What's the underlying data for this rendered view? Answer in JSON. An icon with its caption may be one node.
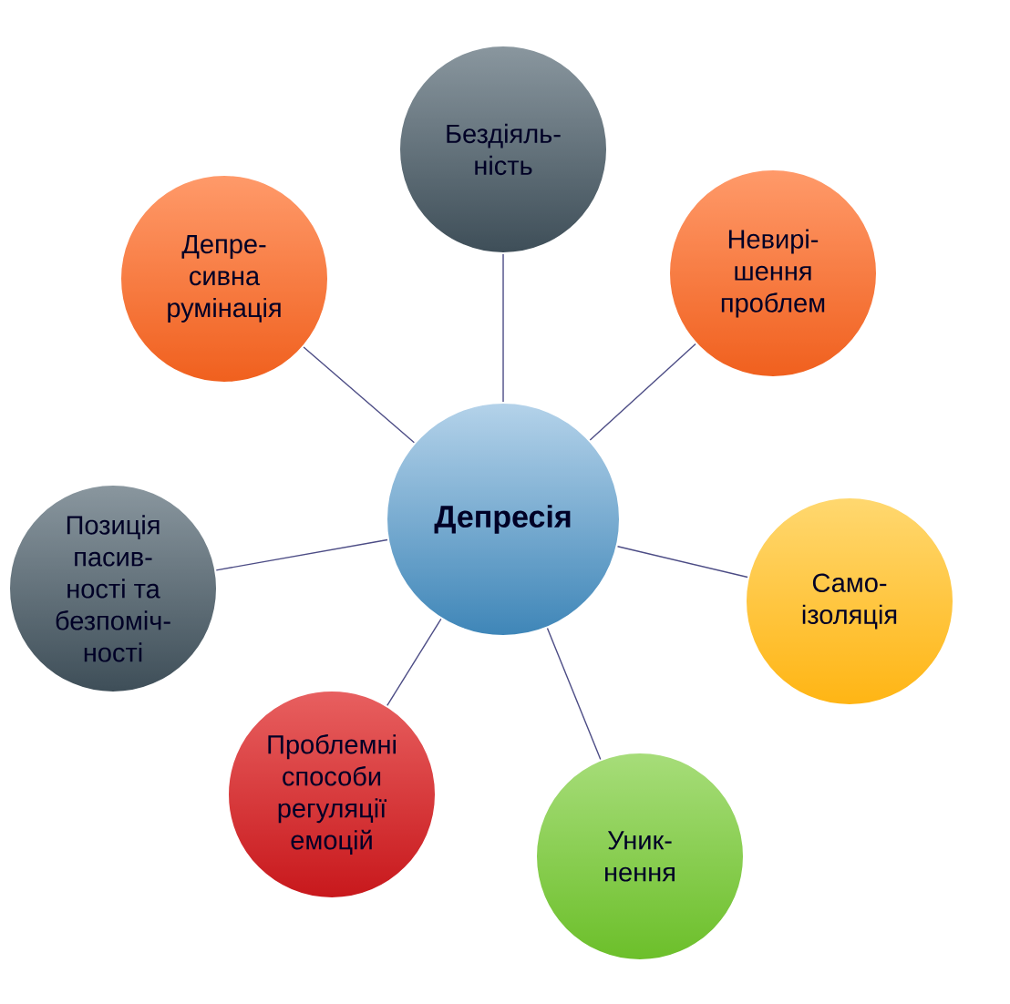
{
  "diagram": {
    "nodes": [
      {
        "text": [
          "Депресія"
        ]
      },
      {
        "text": [
          "Бездіяль- ність"
        ]
      },
      {
        "text": [
          "Невирі- шення проблем"
        ]
      },
      {
        "text": [
          "Само- ізоляція"
        ]
      },
      {
        "text": [
          "Уник- нення"
        ]
      },
      {
        "text": [
          "Проблемні способи регуляції емоцій"
        ]
      },
      {
        "text": [
          "Позиція пасив- ності та безпоміч- ності"
        ]
      },
      {
        "text": [
          "Депре- сивна румінація"
        ]
      }
    ],
    "edges": [
      {
        "from": 0,
        "to": 1,
        "arrow": "none"
      },
      {
        "from": 0,
        "to": 2,
        "arrow": "none"
      },
      {
        "from": 0,
        "to": 3,
        "arrow": "none"
      },
      {
        "from": 0,
        "to": 4,
        "arrow": "none"
      },
      {
        "from": 0,
        "to": 5,
        "arrow": "none"
      },
      {
        "from": 0,
        "to": 6,
        "arrow": "none"
      },
      {
        "from": 0,
        "to": 7,
        "arrow": "none"
      }
    ]
  }
}
